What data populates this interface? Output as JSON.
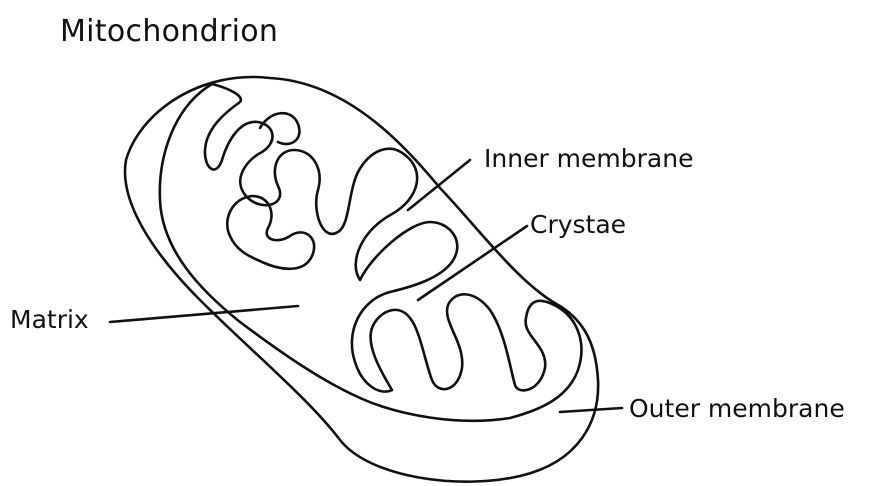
{
  "diagram": {
    "title": "Mitochondrion",
    "labels": {
      "inner_membrane": "Inner membrane",
      "crystae": "Crystae",
      "matrix": "Matrix",
      "outer_membrane": "Outer membrane"
    }
  }
}
